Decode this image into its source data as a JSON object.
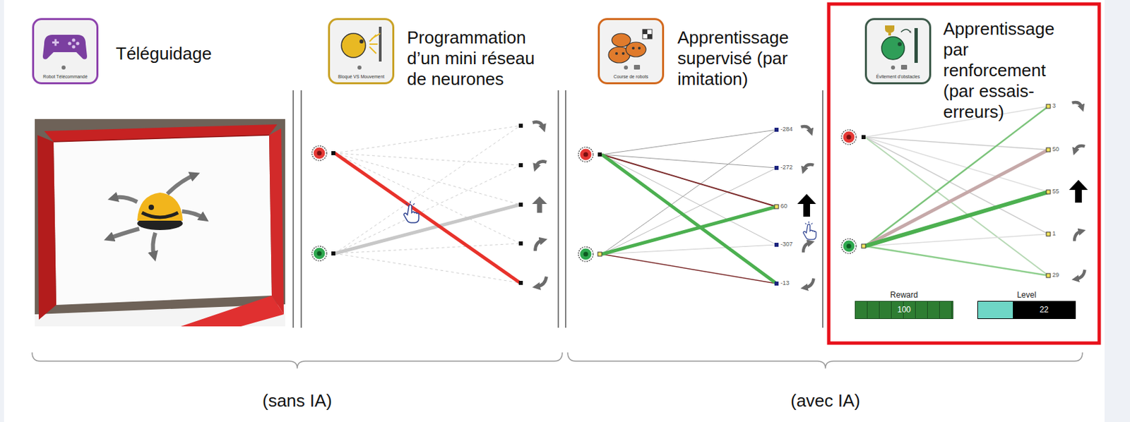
{
  "diagram": {
    "nodes": [
      {
        "text": [
          "Robot Télécommandé",
          "Téléguidage"
        ]
      },
      {
        "text": [
          "Bloqué VS Mouvement",
          "Programmation d’un mini réseau de neurones"
        ]
      },
      {
        "text": [
          "Course de robots",
          "Apprentissage supervisé (par imitation)"
        ]
      },
      {
        "text": [
          "Évitement d'obstacles",
          "Apprentissage par renforcement (par essais-erreurs)"
        ]
      },
      {
        "text": [
          "Reward",
          "100"
        ]
      },
      {
        "text": [
          "Level",
          "22"
        ]
      }
    ],
    "labels": [
      "-284",
      "-272",
      "60",
      "-307",
      "-13",
      "3",
      "50",
      "55",
      "1",
      "29",
      "(sans IA)",
      "(avec IA)"
    ]
  }
}
